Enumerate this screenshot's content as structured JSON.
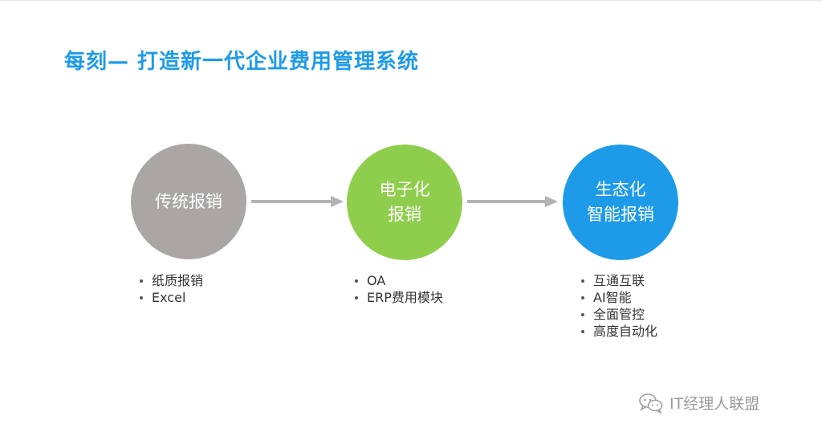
{
  "title": "每刻— 打造新一代企业费用管理系统",
  "stages": [
    {
      "lines": [
        "传统报销"
      ],
      "color": "#aaa6a6",
      "bullets": [
        "纸质报销",
        "Excel"
      ]
    },
    {
      "lines": [
        "电子化",
        "报销"
      ],
      "color": "#8fce4d",
      "bullets": [
        "OA",
        "ERP费用模块"
      ]
    },
    {
      "lines": [
        "生态化",
        "智能报销"
      ],
      "color": "#1e9be8",
      "bullets": [
        "互通互联",
        "AI智能",
        "全面管控",
        "高度自动化"
      ]
    }
  ],
  "watermark": {
    "icon": "wechat-icon",
    "text": "IT经理人联盟"
  },
  "colors": {
    "title": "#1e9be8",
    "arrow": "#b3b3b3"
  }
}
